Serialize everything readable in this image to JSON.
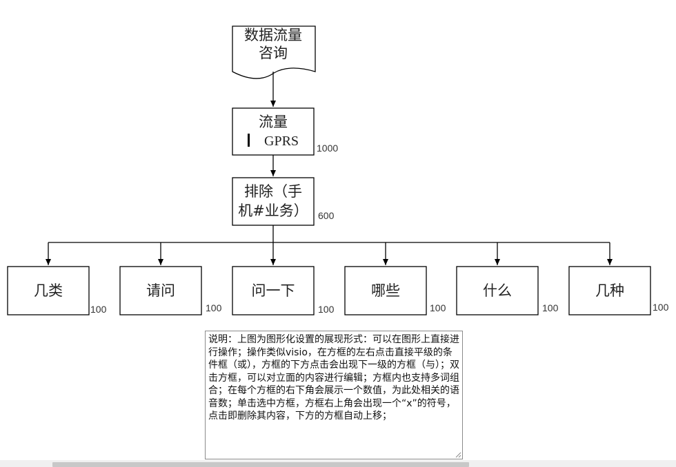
{
  "diagram": {
    "start": {
      "label_lines": [
        "数据流量",
        "咨询"
      ]
    },
    "traffic": {
      "label_lines": [
        "流量",
        "GPRS"
      ],
      "value": "1000"
    },
    "exclude": {
      "label_lines": [
        "排除（手",
        "机#业务）"
      ],
      "value": "600"
    },
    "children": [
      {
        "label": "几类",
        "value": "100"
      },
      {
        "label": "请问",
        "value": "100"
      },
      {
        "label": "问一下",
        "value": "100"
      },
      {
        "label": "哪些",
        "value": "100"
      },
      {
        "label": "什么",
        "value": "100"
      },
      {
        "label": "几种",
        "value": "100"
      }
    ]
  },
  "description": {
    "text": "说明：上图为图形化设置的展现形式：可以在图形上直接进行操作；操作类似visio，在方框的左右点击直接平级的条件框（或），方框的下方点击会出现下一级的方框（与）；双击方框，可以对立面的内容进行编辑；方框内也支持多词组合；在每个方框的右下角会展示一个数值，为此处相关的语音数；单击选中方框，方框右上角会出现一个“x”的符号，点击即删除其内容，下方的方框自动上移；"
  }
}
